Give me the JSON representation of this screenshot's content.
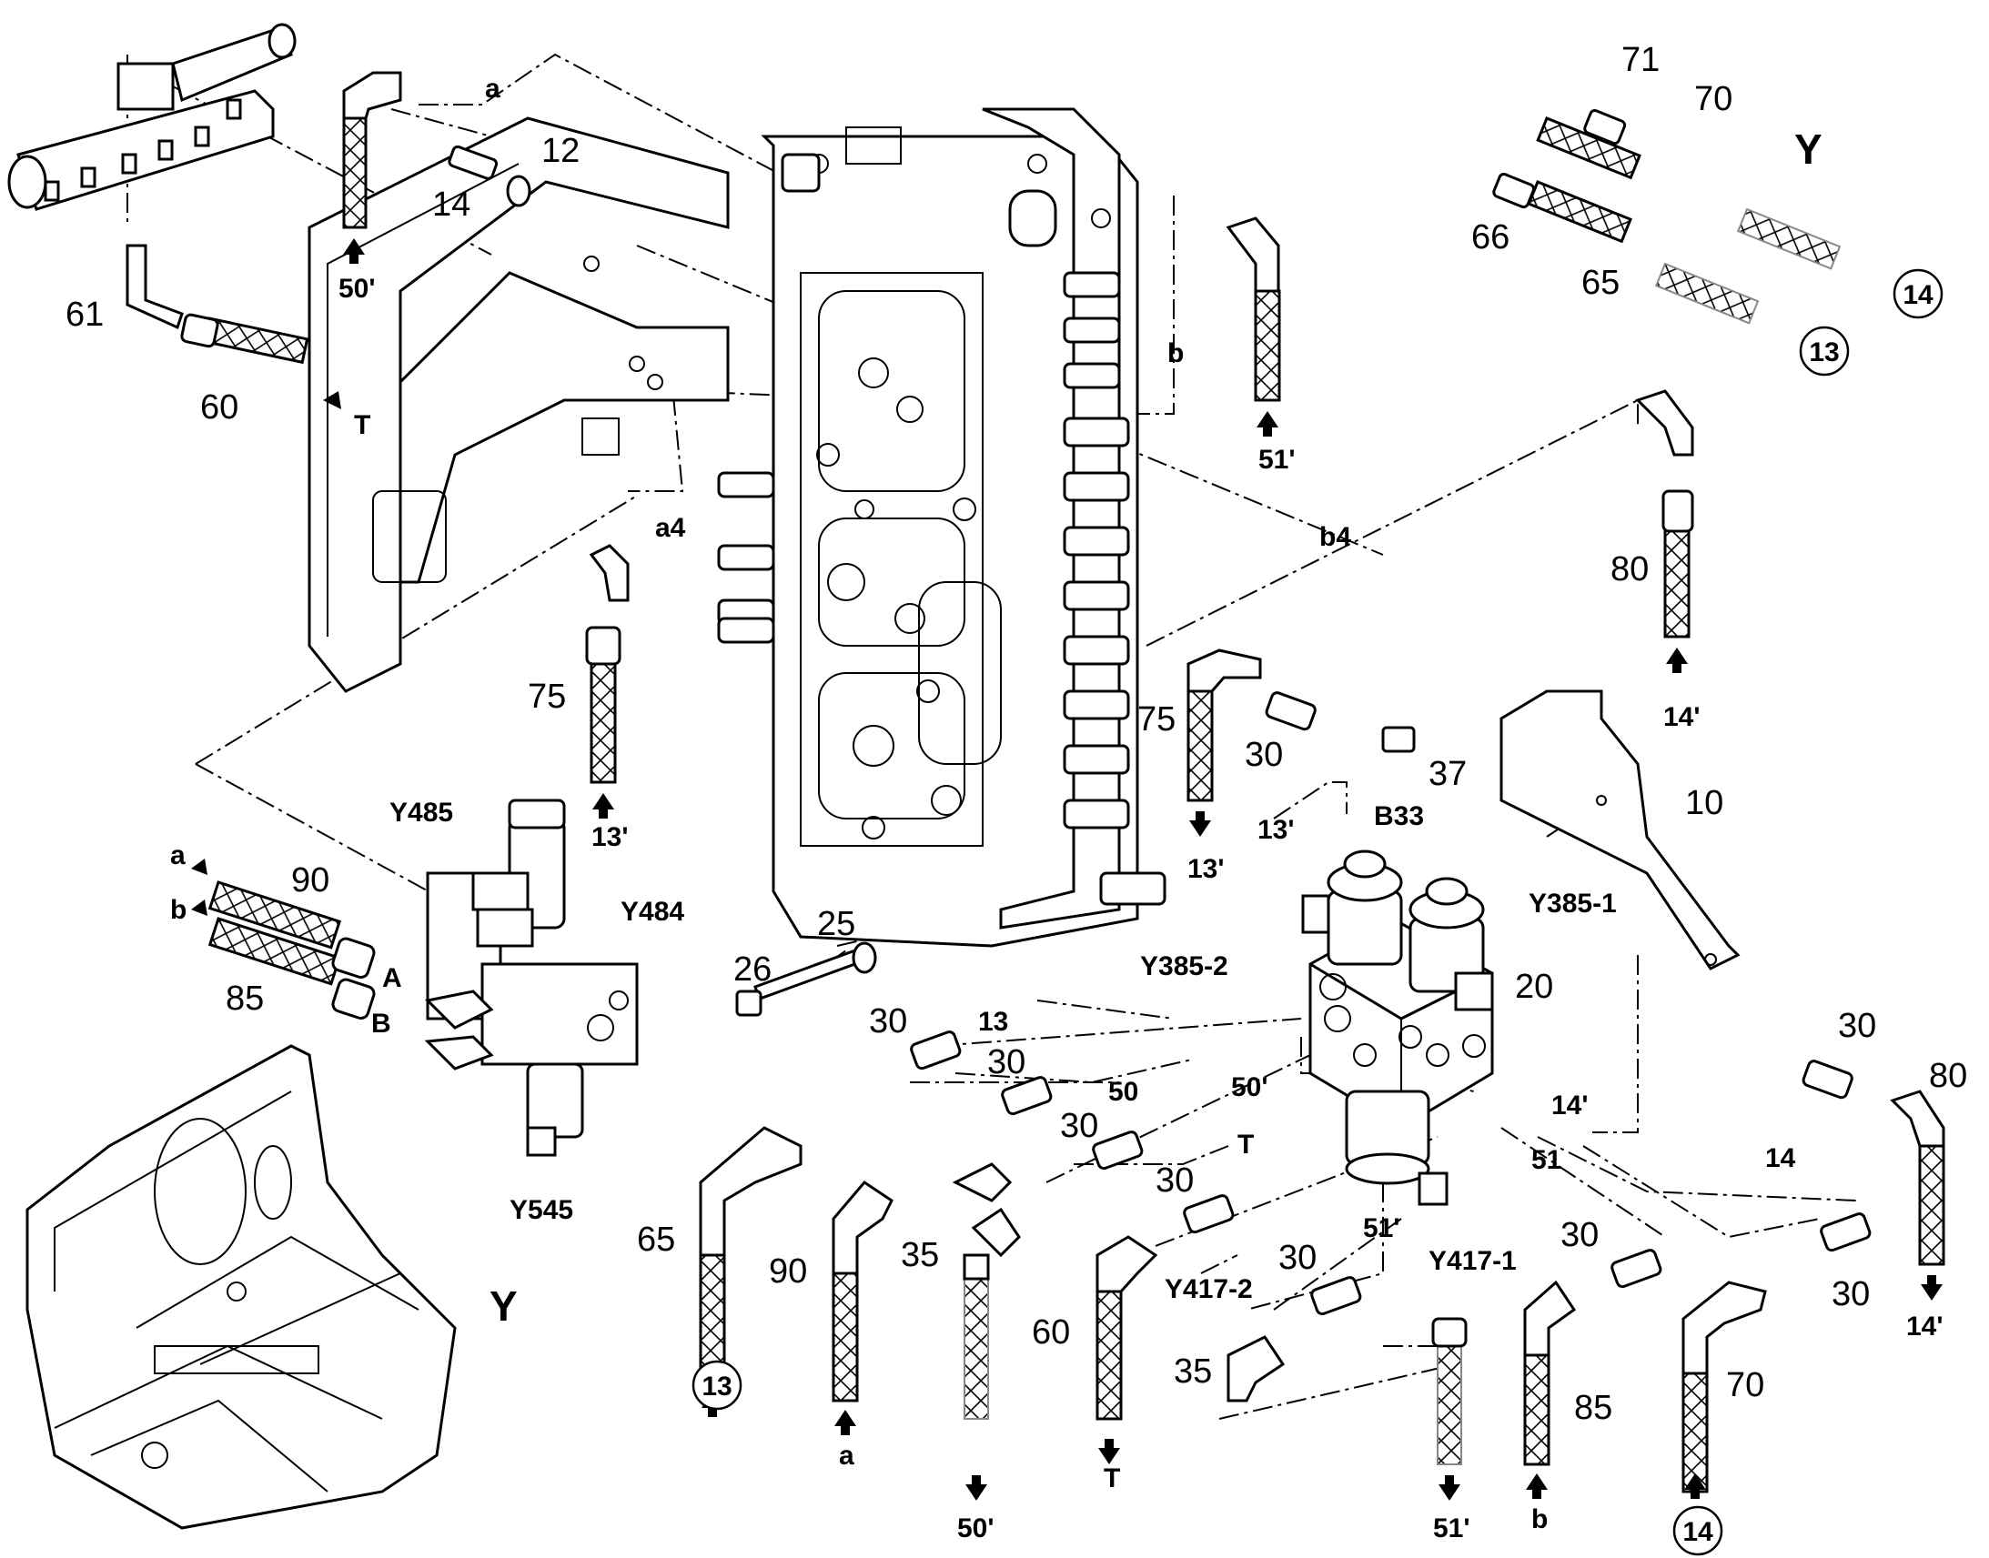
{
  "figure": {
    "view_label": "Y",
    "callouts": {
      "c10": "10",
      "c12": "12",
      "c14": "14",
      "c20": "20",
      "c25": "25",
      "c26": "26",
      "c30a": "30",
      "c30b": "30",
      "c30c": "30",
      "c30d": "30",
      "c30e": "30",
      "c30f": "30",
      "c30g": "30",
      "c30h": "30",
      "c30i": "30",
      "c35a": "35",
      "c35b": "35",
      "c37": "37",
      "c50": "50",
      "c51": "51",
      "c13": "13",
      "c14b": "14",
      "c60a": "60",
      "c60b": "60",
      "c61": "61",
      "c65a": "65",
      "c65b": "65",
      "c66": "66",
      "c70a": "70",
      "c70b": "70",
      "c71": "71",
      "c75a": "75",
      "c75b": "75",
      "c80a": "80",
      "c80b": "80",
      "c85a": "85",
      "c85b": "85",
      "c90a": "90",
      "c90b": "90"
    },
    "codes": {
      "y485": "Y485",
      "y484": "Y484",
      "y545": "Y545",
      "y385_1": "Y385-1",
      "y385_2": "Y385-2",
      "y417_1": "Y417-1",
      "y417_2": "Y417-2",
      "b33": "B33"
    },
    "port_refs": {
      "p50p_top": "50'",
      "p51p_top": "51'",
      "p14p_right": "14'",
      "p13p_mid": "13'",
      "p13p_hose": "13'",
      "p13p_block": "13'",
      "p50p_block": "50'",
      "p14p_block": "14'",
      "p51p_block": "51'",
      "p50p_bottom": "50'",
      "p51p_bottom": "51'",
      "p14p_bottom": "14'",
      "T_top": "T",
      "T_block": "T",
      "T_bottom": "T",
      "a_top": "a",
      "b_top": "b",
      "a4": "a4",
      "b4": "b4",
      "a_left": "a",
      "b_left": "b",
      "A_port": "A",
      "B_port": "B",
      "a_bottom": "a",
      "b_bottom": "b"
    },
    "circled": {
      "circ14_top": "14",
      "circ13_top": "13",
      "circ13_bottom": "13",
      "circ14_bottom": "14"
    }
  }
}
